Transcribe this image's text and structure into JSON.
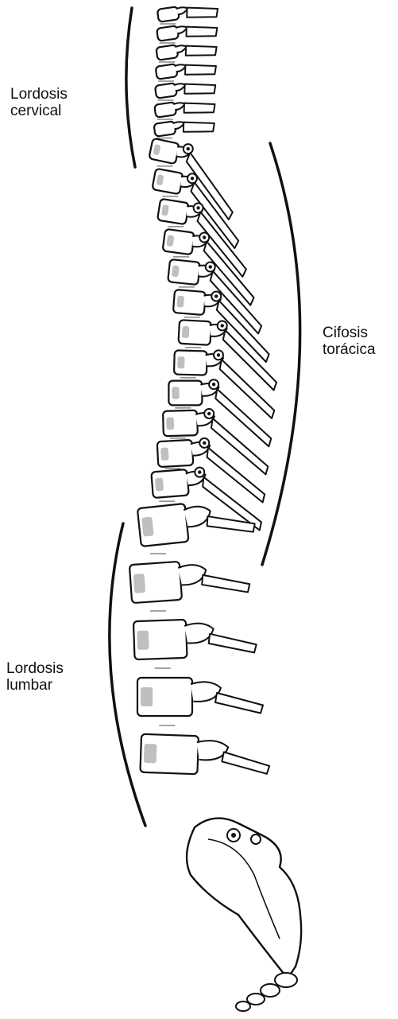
{
  "labels": {
    "cervical": {
      "line1": "Lordosis",
      "line2": "cervical"
    },
    "thoracic": {
      "line1": "Cifosis",
      "line2": "torácica"
    },
    "lumbar": {
      "line1": "Lordosis",
      "line2": "lumbar"
    }
  },
  "colors": {
    "ink": "#111111",
    "background": "#ffffff"
  }
}
